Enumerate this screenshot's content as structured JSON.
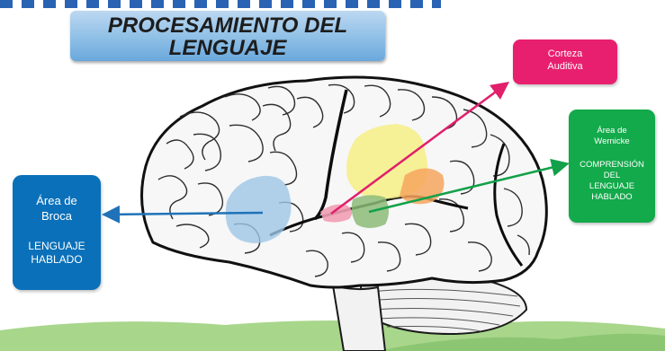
{
  "title": "PROCESAMIENTO DEL\nLENGUAJE",
  "broca": {
    "name": "Área de\nBroca",
    "function": "LENGUAJE\nHABLADO"
  },
  "auditory_cortex": {
    "name": "Corteza\nAuditiva"
  },
  "wernicke": {
    "name": "Área de\nWernicke",
    "function": "COMPRENSIÓN\nDEL\nLENGUAJE\nHABLADO"
  },
  "colors": {
    "broca_box": "#0a70b9",
    "auditory_box": "#e81f6f",
    "wernicke_box": "#12aa4a",
    "broca_region": "#9ec6e6",
    "auditory_region": "#f29db3",
    "wernicke_region": "#8dbb78",
    "motor_region_yellow": "#f6ee86",
    "region_orange": "#f6a65e",
    "title_box": "#8ebfe6"
  }
}
